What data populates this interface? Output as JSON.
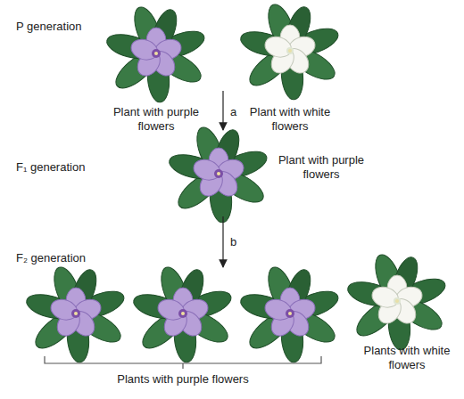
{
  "diagram": {
    "labels": [
      "P generation",
      "Plant with purple flowers",
      "Plant with white flowers",
      "a",
      "F₁ generation",
      "Plant with purple flowers",
      "F₂ generation",
      "b",
      "Plants with purple flowers",
      "Plants with white flowers"
    ]
  }
}
